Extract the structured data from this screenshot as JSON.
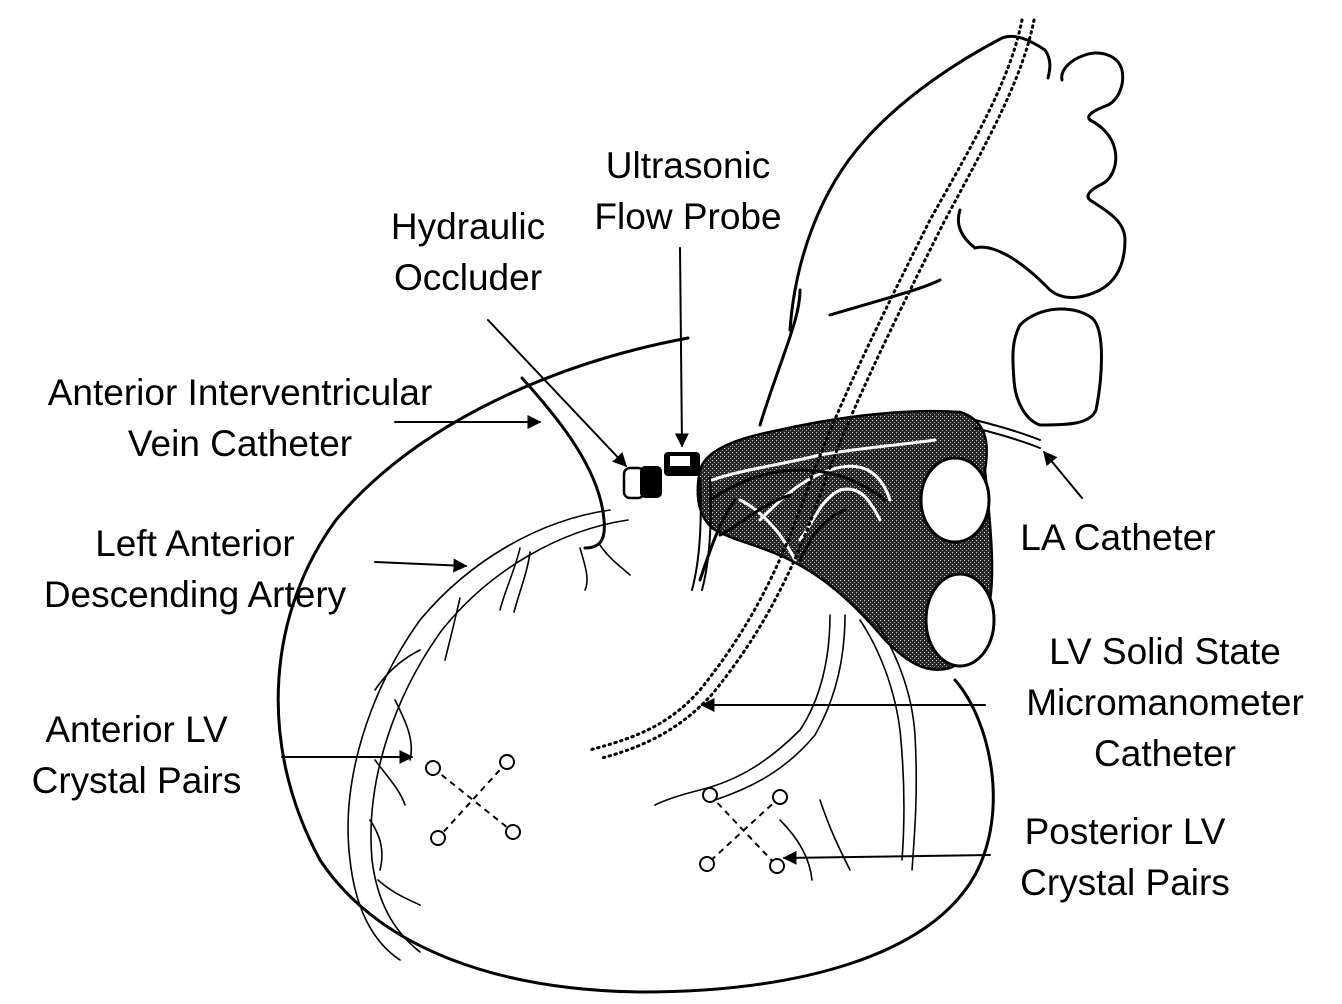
{
  "labels": {
    "ultrasonic_flow_probe": [
      "Ultrasonic",
      "Flow Probe"
    ],
    "hydraulic_occluder": [
      "Hydraulic",
      "Occluder"
    ],
    "anterior_iv_vein_catheter": [
      "Anterior Interventricular",
      "Vein Catheter"
    ],
    "lad_artery": [
      "Left Anterior",
      "Descending Artery"
    ],
    "la_catheter": [
      "LA Catheter"
    ],
    "lv_micromanometer": [
      "LV Solid State",
      "Micromanometer",
      "Catheter"
    ],
    "anterior_lv_crystals": [
      "Anterior LV",
      "Crystal Pairs"
    ],
    "posterior_lv_crystals": [
      "Posterior LV",
      "Crystal Pairs"
    ]
  },
  "colors": {
    "ink": "#000000",
    "background": "#ffffff",
    "stipple": "#1a1a1a"
  }
}
